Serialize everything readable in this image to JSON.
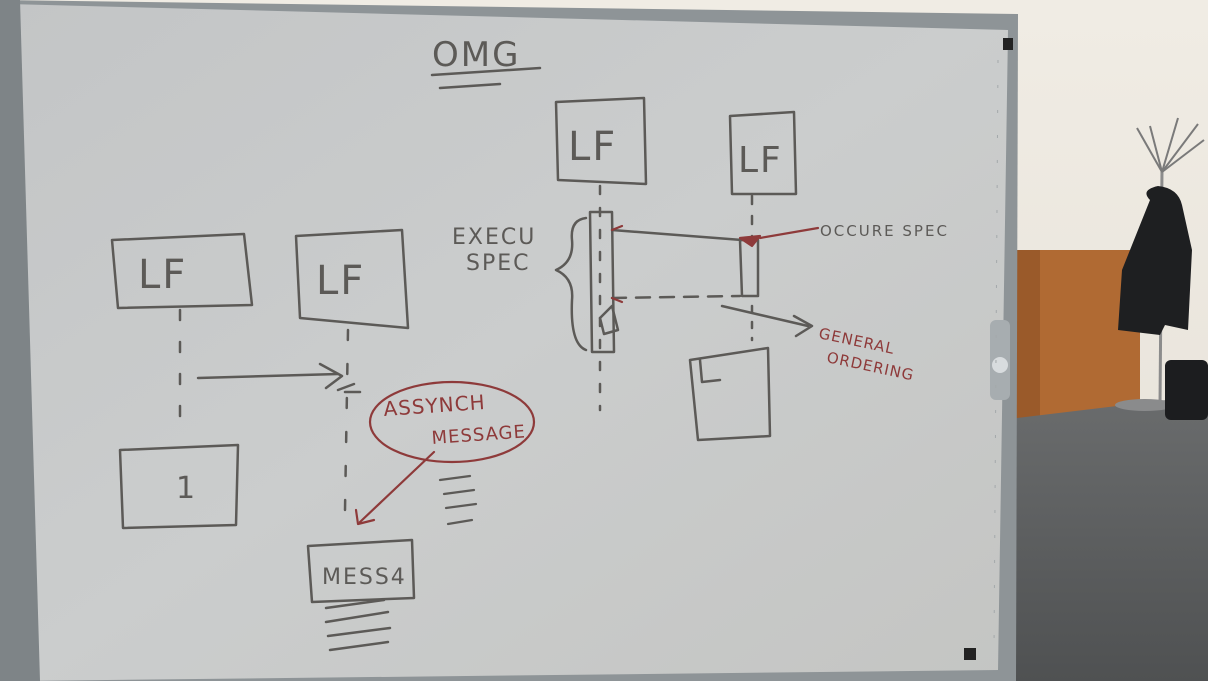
{
  "board": {
    "heading": "OMG",
    "lifeline_label": "LF",
    "execution_spec_label": {
      "line1": "EXECU",
      "line2": "SPEC"
    },
    "occurrence_spec_label": "OCCURE SPEC",
    "general_ordering_label": {
      "line1": "GENERAL",
      "line2": "ORDERING"
    },
    "async_message_label": {
      "line1": "ASSYNCH",
      "line2": "MESSAGE"
    },
    "message_box_label": "MESS4",
    "box_inner_label": "1"
  },
  "colors": {
    "board": "#c9cbcb",
    "frame": "#9aa0a3",
    "wall": "#ece8e0",
    "wood": "#b56a2f",
    "floor": "#5d5f60",
    "marker_black": "#5c5a57",
    "marker_red": "#8e3a3a"
  },
  "icons": {
    "coat_rack": "coat-rack-icon",
    "coat": "coat-icon",
    "bag": "bag-icon",
    "magnet": "magnet-icon"
  }
}
